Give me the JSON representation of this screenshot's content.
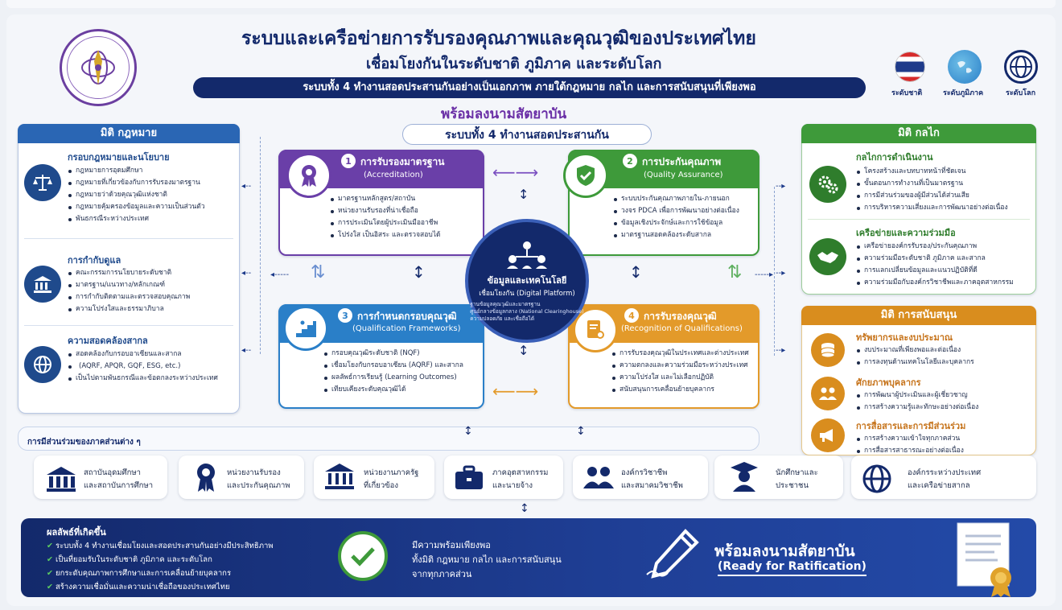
{
  "header": {
    "title": "ระบบและเครือข่ายการรับรองคุณภาพและคุณวุฒิของประเทศไทย",
    "subtitle": "เชื่อมโยงกันในระดับชาติ ภูมิภาค และระดับโลก",
    "banner": "ระบบทั้ง 4 ทำงานสอดประสานกันอย่างเป็นเอกภาพ ภายใต้กฎหมาย กลไก และการสนับสนุนที่เพียงพอ",
    "ready": "พร้อมลงนามสัตยาบัน",
    "center_label": "ระบบทั้ง 4 ทำงานสอดประสานกัน",
    "levels": [
      "ระดับชาติ",
      "ระดับภูมิภาค",
      "ระดับโลก"
    ]
  },
  "left": {
    "header": "มิติ กฎหมาย",
    "sections": [
      {
        "title": "กรอบกฎหมายและนโยบาย",
        "items": [
          "กฎหมายการอุดมศึกษา",
          "กฎหมายที่เกี่ยวข้องกับการรับรองมาตรฐาน",
          "กฎหมายว่าด้วยคุณวุฒิแห่งชาติ",
          "กฎหมายคุ้มครองข้อมูลและความเป็นส่วนตัว",
          "พันธกรณีระหว่างประเทศ"
        ]
      },
      {
        "title": "การกำกับดูแล",
        "items": [
          "คณะกรรมการนโยบายระดับชาติ",
          "มาตรฐาน/แนวทาง/หลักเกณฑ์",
          "การกำกับติดตามและตรวจสอบคุณภาพ",
          "ความโปร่งใสและธรรมาภิบาล"
        ]
      },
      {
        "title": "ความสอดคล้องสากล",
        "items": [
          "สอดคล้องกับกรอบอาเซียนและสากล",
          "(AQRF, APQR, GQF, ESG, etc.)",
          "เป็นไปตามพันธกรณีและข้อตกลงระหว่างประเทศ"
        ]
      }
    ]
  },
  "right": {
    "header1": "มิติ กลไก",
    "header2": "มิติ การสนับสนุน",
    "sections": [
      {
        "title": "กลไกการดำเนินงาน",
        "items": [
          "โครงสร้างและบทบาทหน้าที่ชัดเจน",
          "ขั้นตอนการทำงานที่เป็นมาตรฐาน",
          "การมีส่วนร่วมของผู้มีส่วนได้ส่วนเสีย",
          "การบริหารความเสี่ยงและการพัฒนาอย่างต่อเนื่อง"
        ]
      },
      {
        "title": "เครือข่ายและความร่วมมือ",
        "items": [
          "เครือข่ายองค์กรรับรอง/ประกันคุณภาพ",
          "ความร่วมมือระดับชาติ ภูมิภาค และสากล",
          "การแลกเปลี่ยนข้อมูลและแนวปฏิบัติที่ดี",
          "ความร่วมมือกับองค์กรวิชาชีพและภาคอุตสาหกรรม"
        ]
      },
      {
        "title": "ทรัพยากรและงบประมาณ",
        "items": [
          "งบประมาณที่เพียงพอและต่อเนื่อง",
          "การลงทุนด้านเทคโนโลยีและบุคลากร"
        ]
      },
      {
        "title": "ศักยภาพบุคลากร",
        "items": [
          "การพัฒนาผู้ประเมินและผู้เชี่ยวชาญ",
          "การสร้างความรู้และทักษะอย่างต่อเนื่อง"
        ]
      },
      {
        "title": "การสื่อสารและการมีส่วนร่วม",
        "items": [
          "การสร้างความเข้าใจทุกภาคส่วน",
          "การสื่อสารสาธารณะอย่างต่อเนื่อง"
        ]
      }
    ]
  },
  "boxes": [
    {
      "num": "1",
      "title": "การรับรองมาตรฐาน",
      "en": "(Accreditation)",
      "items": [
        "มาตรฐานหลักสูตร/สถาบัน",
        "หน่วยงานรับรองที่น่าเชื่อถือ",
        "การประเมินโดยผู้ประเมินมืออาชีพ",
        "โปร่งใส เป็นอิสระ และตรวจสอบได้"
      ],
      "color": "#6a3fa8"
    },
    {
      "num": "2",
      "title": "การประกันคุณภาพ",
      "en": "(Quality Assurance)",
      "items": [
        "ระบบประกันคุณภาพภายใน-ภายนอก",
        "วงจร PDCA เพื่อการพัฒนาอย่างต่อเนื่อง",
        "ข้อมูลเชิงประจักษ์และการใช้ข้อมูล",
        "มาตรฐานสอดคล้องระดับสากล"
      ],
      "color": "#3e9a3a"
    },
    {
      "num": "3",
      "title": "การกำหนดกรอบคุณวุฒิ",
      "en": "(Qualification Frameworks)",
      "items": [
        "กรอบคุณวุฒิระดับชาติ (NQF)",
        "เชื่อมโยงกับกรอบอาเซียน (AQRF) และสากล",
        "ผลลัพธ์การเรียนรู้ (Learning Outcomes)",
        "เทียบเคียงระดับคุณวุฒิได้"
      ],
      "color": "#2a7fc8"
    },
    {
      "num": "4",
      "title": "การรับรองคุณวุฒิ",
      "en": "(Recognition of Qualifications)",
      "items": [
        "การรับรองคุณวุฒิในประเทศและต่างประเทศ",
        "ความตกลงและความร่วมมือระหว่างประเทศ",
        "ความโปร่งใส และไม่เลือกปฏิบัติ",
        "สนับสนุนการเคลื่อนย้ายบุคลากร"
      ],
      "color": "#e39a2a"
    }
  ],
  "center": {
    "title": "ข้อมูลและเทคโนโลยี",
    "sub": "เชื่อมโยงกัน (Digital Platform)",
    "items": [
      "ฐานข้อมูลคุณวุฒิและมาตรฐาน",
      "ศูนย์กลางข้อมูลกลาง (National Clearinghouse)",
      "ความปลอดภัย และเชื่อถือได้"
    ]
  },
  "participants": {
    "title": "การมีส่วนร่วมของภาคส่วนต่าง ๆ",
    "items": [
      {
        "l1": "สถาบันอุดมศึกษา",
        "l2": "และสถาบันการศึกษา"
      },
      {
        "l1": "หน่วยงานรับรอง",
        "l2": "และประกันคุณภาพ"
      },
      {
        "l1": "หน่วยงานภาครัฐ",
        "l2": "ที่เกี่ยวข้อง"
      },
      {
        "l1": "ภาคอุตสาหกรรม",
        "l2": "และนายจ้าง"
      },
      {
        "l1": "องค์กรวิชาชีพ",
        "l2": "และสมาคมวิชาชีพ"
      },
      {
        "l1": "นักศึกษาและ",
        "l2": "ประชาชน"
      },
      {
        "l1": "องค์กรระหว่างประเทศ",
        "l2": "และเครือข่ายสากล"
      }
    ]
  },
  "footer": {
    "results_title": "ผลลัพธ์ที่เกิดขึ้น",
    "results": [
      "ระบบทั้ง 4 ทำงานเชื่อมโยงและสอดประสานกันอย่างมีประสิทธิภาพ",
      "เป็นที่ยอมรับในระดับชาติ ภูมิภาค และระดับโลก",
      "ยกระดับคุณภาพการศึกษาและการเคลื่อนย้ายบุคลากร",
      "สร้างความเชื่อมั่นและความน่าเชื่อถือของประเทศไทย"
    ],
    "readiness": [
      "มีความพร้อมเพียงพอ",
      "ทั้งมิติ กฎหมาย กลไก และการสนับสนุน",
      "จากทุกภาคส่วน"
    ],
    "ready_th": "พร้อมลงนามสัตยาบัน",
    "ready_en": "(Ready for Ratification)"
  }
}
